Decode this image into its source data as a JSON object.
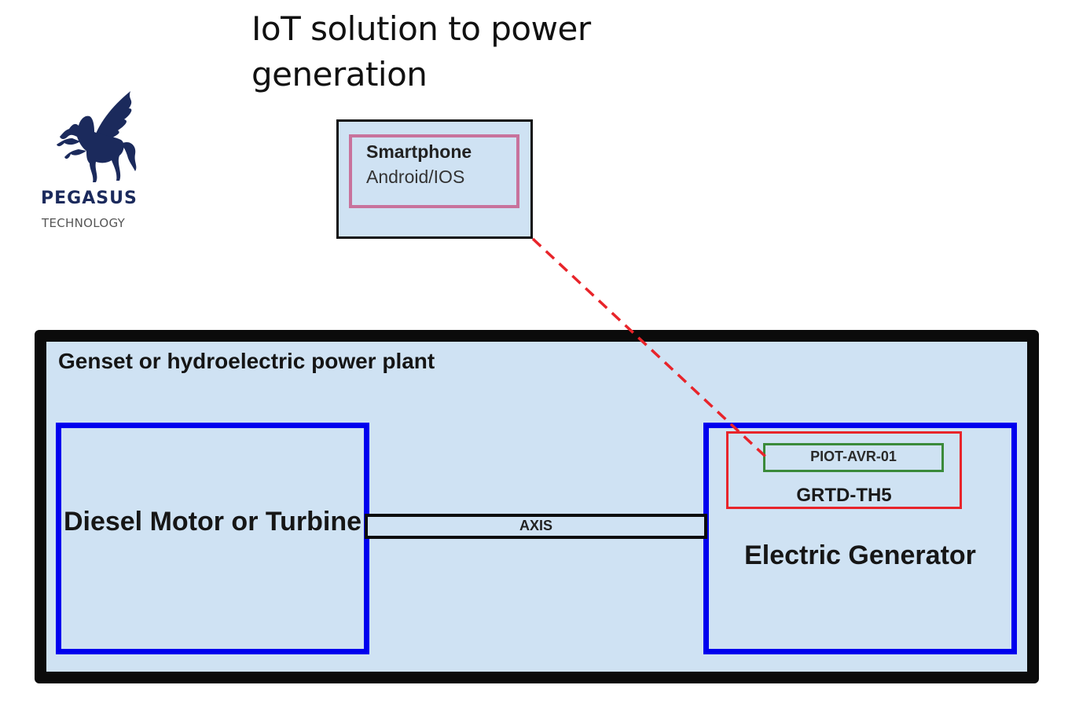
{
  "title": "IoT solution to power generation",
  "logo": {
    "icon": "pegasus-icon",
    "name": "PEGASUS",
    "subtitle": "TECHNOLOGY",
    "color": "#1b2a5c"
  },
  "smartphone": {
    "title": "Smartphone",
    "subtitle": "Android/IOS",
    "border_color": "#c8729c"
  },
  "plant": {
    "label": "Genset or hydroelectric power plant",
    "motor_label": "Diesel Motor or Turbine",
    "axis_label": "AXIS",
    "generator_label": "Electric Generator",
    "grtd_label": "GRTD-TH5",
    "piot_label": "PIOT-AVR-01"
  },
  "colors": {
    "fill": "#cfe2f3",
    "component_border": "#0000ee",
    "grtd_border": "#e8242a",
    "piot_border": "#3a8a3a",
    "wireless_link": "#e8242a"
  },
  "connections": [
    {
      "from": "smartphone",
      "to": "PIOT-AVR-01",
      "style": "dashed",
      "meaning": "wireless-link"
    }
  ]
}
